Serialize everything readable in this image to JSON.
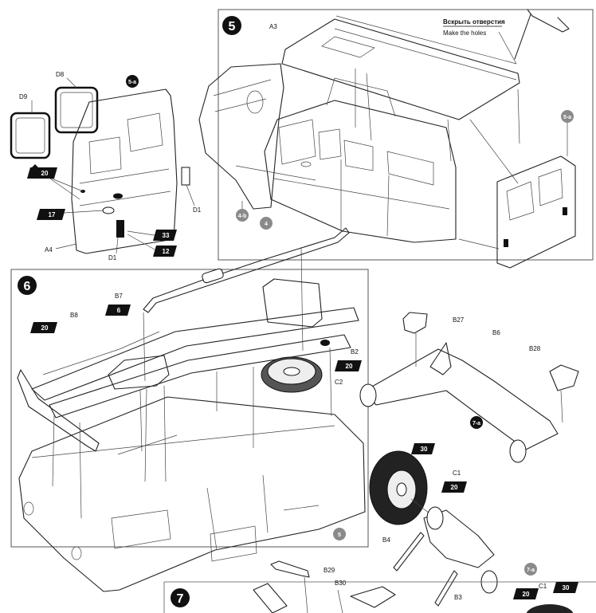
{
  "steps": {
    "step5": {
      "number": "5",
      "sub": "5-a"
    },
    "step6": {
      "number": "6"
    },
    "step7": {
      "number": "7"
    }
  },
  "sub_steps": [
    "5-a",
    "5-a",
    "4-b",
    "4",
    "7-a",
    "5",
    "7-a"
  ],
  "note": {
    "ru": "Вскрыть отверстия",
    "en": "Make the holes"
  },
  "part_labels": {
    "D9": "D9",
    "D8": "D8",
    "A4": "A4",
    "D1": "D1",
    "A3": "A3",
    "B7": "B7",
    "B8": "B8",
    "B2": "B2",
    "C2": "C2",
    "B27": "B27",
    "B6": "B6",
    "B28": "B28",
    "C1": "C1",
    "B4": "B4",
    "B3": "B3",
    "B29": "B29",
    "B30": "B30"
  },
  "stars": [
    "20",
    "17",
    "33",
    "12",
    "6",
    "20",
    "20",
    "30",
    "20",
    "20",
    "30"
  ],
  "colors": {
    "ink": "#111111",
    "circle_dark": "#111111",
    "circle_grey": "#8a8a8a",
    "paper": "#ffffff"
  }
}
